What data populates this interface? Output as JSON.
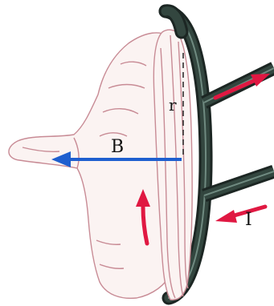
{
  "labels": {
    "field": "B",
    "radius": "r",
    "current": "I"
  },
  "colors": {
    "field_arrow": "#1e5fcf",
    "current_arrow": "#e01842",
    "wire_fill": "#33463f",
    "wire_edge": "#1c2623",
    "hand_outline": "#c88b95",
    "hand_fill": "#fbf3f2"
  }
}
